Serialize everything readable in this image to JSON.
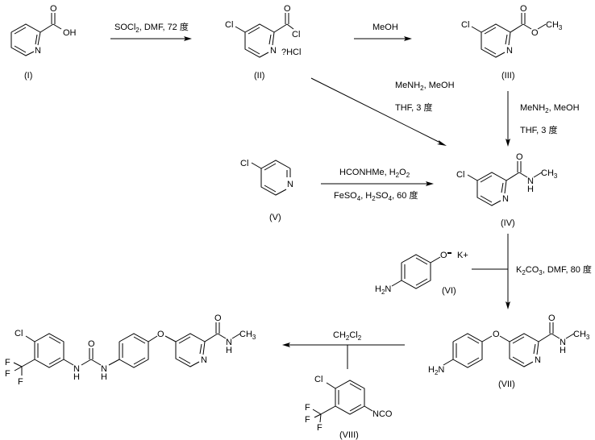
{
  "title": "Synthesis scheme of sorafenib",
  "compounds": {
    "I": {
      "label": "(I)",
      "atoms": {
        "o": "O",
        "oh": "OH",
        "n": "N"
      }
    },
    "II": {
      "label": "(II)",
      "atoms": {
        "cl_ring": "Cl",
        "o": "O",
        "cl_acyl": "Cl",
        "n": "N",
        "salt": "?HCl"
      }
    },
    "III": {
      "label": "(III)",
      "atoms": {
        "cl_ring": "Cl",
        "o": "O",
        "o_ester": "O",
        "ch3": "CH",
        "ch3_sub": "3",
        "n": "N"
      }
    },
    "IV": {
      "label": "(IV)",
      "atoms": {
        "cl_ring": "Cl",
        "o": "O",
        "nh_n": "N",
        "nh_h": "H",
        "ch3": "CH",
        "ch3_sub": "3",
        "n": "N"
      }
    },
    "V": {
      "label": "(V)",
      "atoms": {
        "cl_ring": "Cl",
        "n": "N"
      }
    },
    "VI": {
      "label": "(VI)",
      "atoms": {
        "o": "O",
        "charge": "-",
        "counterion": "K+",
        "h2n_h": "H",
        "h2n_sub": "2",
        "h2n_n": "N"
      }
    },
    "VII": {
      "label": "(VII)",
      "atoms": {
        "h2n_h": "H",
        "h2n_sub": "2",
        "h2n_n": "N",
        "o_ether": "O",
        "o": "O",
        "nh_n": "N",
        "nh_h": "H",
        "ch3": "CH",
        "ch3_sub": "3",
        "n": "N"
      }
    },
    "VIII": {
      "label": "(VIII)",
      "atoms": {
        "cl": "Cl",
        "f1": "F",
        "f2": "F",
        "f3": "F",
        "nco": "NCO"
      }
    },
    "product": {
      "atoms": {
        "cl": "Cl",
        "f1": "F",
        "f2": "F",
        "f3": "F",
        "nh1_n": "N",
        "nh1_h": "H",
        "o_urea": "O",
        "nh2_n": "N",
        "nh2_h": "H",
        "o_ether": "O",
        "o": "O",
        "nh_n": "N",
        "nh_h": "H",
        "ch3": "CH",
        "ch3_sub": "3",
        "n": "N"
      }
    }
  },
  "reactions": {
    "r1": {
      "reagents": [
        {
          "t": "SOCl"
        },
        {
          "s": "2"
        },
        {
          "t": ", DMF, 72 "
        }
      ],
      "unit": "度"
    },
    "r2": {
      "reagents": [
        {
          "t": "MeOH"
        }
      ]
    },
    "r3_top": [
      {
        "t": "MeNH"
      },
      {
        "s": "2"
      },
      {
        "t": ", MeOH"
      }
    ],
    "r3_bottom": {
      "text": "THF, 3 ",
      "unit": "度"
    },
    "r4_top": [
      {
        "t": "MeNH"
      },
      {
        "s": "2"
      },
      {
        "t": ", MeOH"
      }
    ],
    "r4_bottom": {
      "text": "THF, 3 ",
      "unit": "度"
    },
    "r5_top": [
      {
        "t": "HCONHMe, H"
      },
      {
        "s": "2"
      },
      {
        "t": "O"
      },
      {
        "s": "2"
      }
    ],
    "r5_bottom": [
      {
        "t": "FeSO"
      },
      {
        "s": "4"
      },
      {
        "t": ", H"
      },
      {
        "s": "2"
      },
      {
        "t": "SO"
      },
      {
        "s": "4"
      },
      {
        "t": ", 60 "
      }
    ],
    "r5_unit": "度",
    "r6": [
      {
        "t": "K"
      },
      {
        "s": "2"
      },
      {
        "t": "CO"
      },
      {
        "s": "3"
      },
      {
        "t": ", DMF, 80 "
      }
    ],
    "r6_unit": "度",
    "r7": [
      {
        "t": "CH"
      },
      {
        "s": "2"
      },
      {
        "t": "Cl"
      },
      {
        "s": "2"
      }
    ]
  }
}
